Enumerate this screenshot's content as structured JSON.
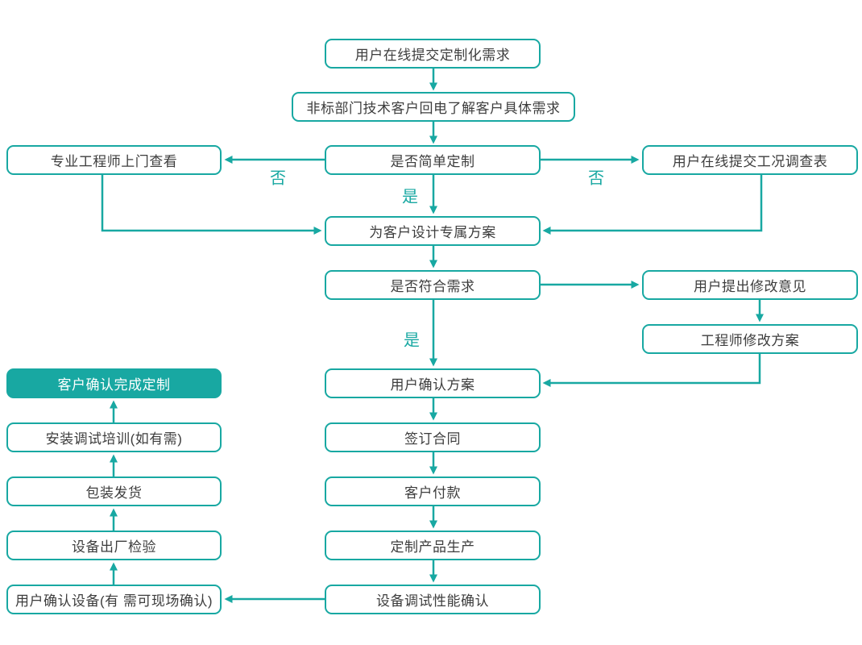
{
  "flowchart": {
    "colors": {
      "accent": "#18a8a2",
      "text": "#3d3d3d",
      "background": "#ffffff",
      "filled_node_text": "#ffffff"
    },
    "nodes": {
      "submit_requirement": "用户在线提交定制化需求",
      "callback_requirement": "非标部门技术客户回电了解客户具体需求",
      "simple_customization": "是否简单定制",
      "engineer_visit": "专业工程师上门查看",
      "submit_condition_survey": "用户在线提交工况调查表",
      "design_plan": "为客户设计专属方案",
      "meets_requirement": "是否符合需求",
      "user_feedback": "用户提出修改意见",
      "engineer_revise": "工程师修改方案",
      "user_confirm_plan": "用户确认方案",
      "sign_contract": "签订合同",
      "customer_payment": "客户付款",
      "production": "定制产品生产",
      "debug_confirm": "设备调试性能确认",
      "user_confirm_device": "用户确认设备(有 需可现场确认)",
      "factory_inspection": "设备出厂检验",
      "packing_shipping": "包装发货",
      "installation_training": "安装调试培训(如有需)",
      "customization_complete": "客户确认完成定制"
    },
    "edge_labels": {
      "yes": "是",
      "no": "否"
    }
  }
}
